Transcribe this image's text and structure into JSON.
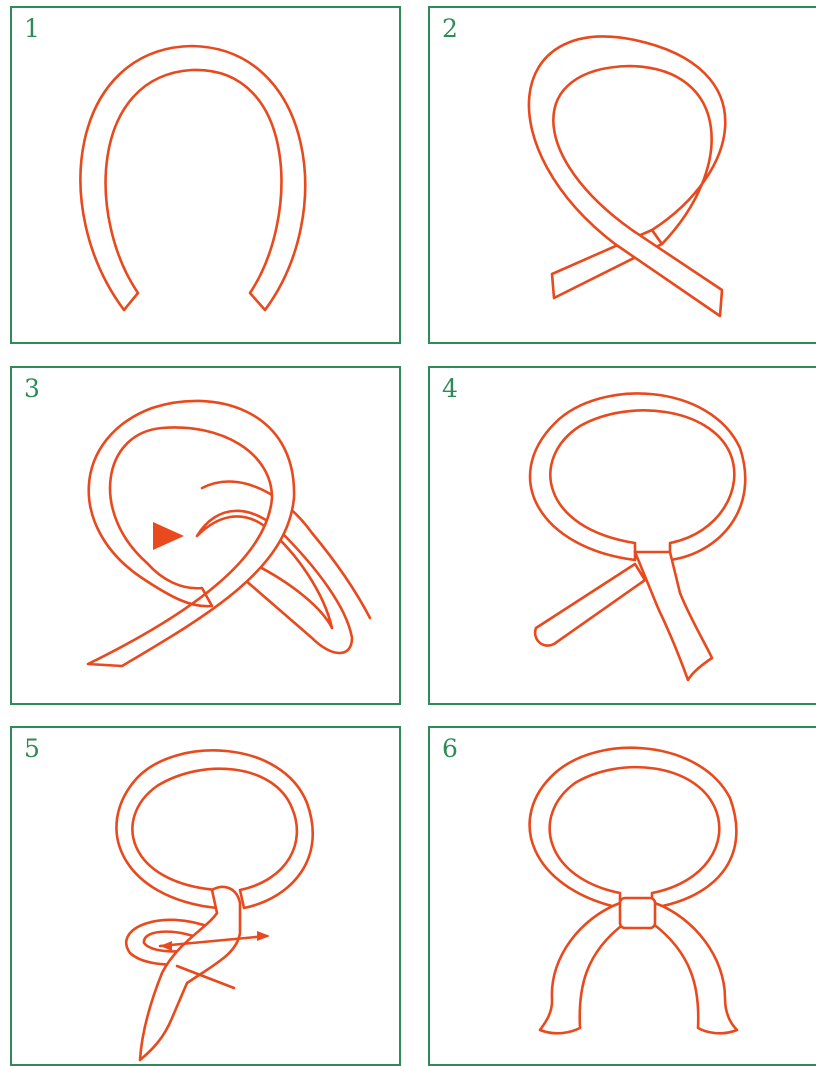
{
  "steps": [
    {
      "number": "1"
    },
    {
      "number": "2"
    },
    {
      "number": "3"
    },
    {
      "number": "4"
    },
    {
      "number": "5"
    },
    {
      "number": "6"
    }
  ],
  "colors": {
    "frame": "#2e8b57",
    "strap": "#e8491d",
    "background": "#ffffff"
  }
}
